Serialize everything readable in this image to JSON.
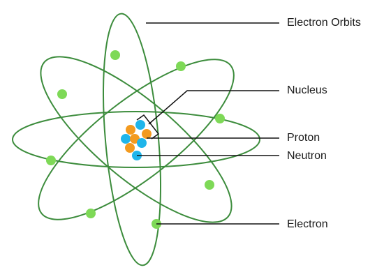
{
  "labels": {
    "electron_orbits": "Electron Orbits",
    "nucleus": "Nucleus",
    "proton": "Proton",
    "neutron": "Neutron",
    "electron": "Electron"
  },
  "colors": {
    "orbit": "#3c8c3c",
    "electron": "#7ed957",
    "proton": "#f39a1f",
    "neutron": "#1fb5ea",
    "leader_line": "#111111"
  }
}
